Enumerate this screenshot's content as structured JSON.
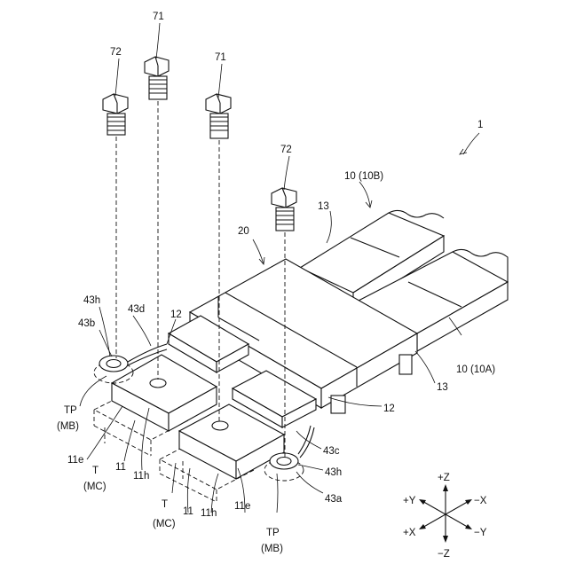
{
  "labels": {
    "assembly": "1",
    "battery_b": "10 (10B)",
    "battery_a": "10 (10A)",
    "holder": "20",
    "cover": "13",
    "cover_lower": "13",
    "terminal_plate": "12",
    "terminal_plate_lower": "12",
    "bolt_71_left": "71",
    "bolt_71_right": "71",
    "bolt_72_left": "72",
    "bolt_72_right": "72",
    "hole_43h_top": "43h",
    "ring_43b": "43b",
    "wire_43d": "43d",
    "wire_43c": "43c",
    "hole_43h_bottom": "43h",
    "ring_43a": "43a",
    "tp_left": "TP",
    "tp_left_sub": "(MB)",
    "tp_right": "TP",
    "tp_right_sub": "(MB)",
    "terminal_11e_left": "11e",
    "terminal_11_left": "11",
    "terminal_11h_left": "11h",
    "t_left": "T",
    "t_left_sub": "(MC)",
    "t_right": "T",
    "t_right_sub": "(MC)",
    "terminal_11_right": "11",
    "terminal_11h_right": "11h",
    "terminal_11e_right": "11e"
  },
  "axes": {
    "pos_z": "+Z",
    "neg_z": "−Z",
    "pos_y_top": "+Y",
    "neg_x_top": "−X",
    "pos_x_bottom": "+X",
    "neg_y_bottom": "−Y"
  }
}
